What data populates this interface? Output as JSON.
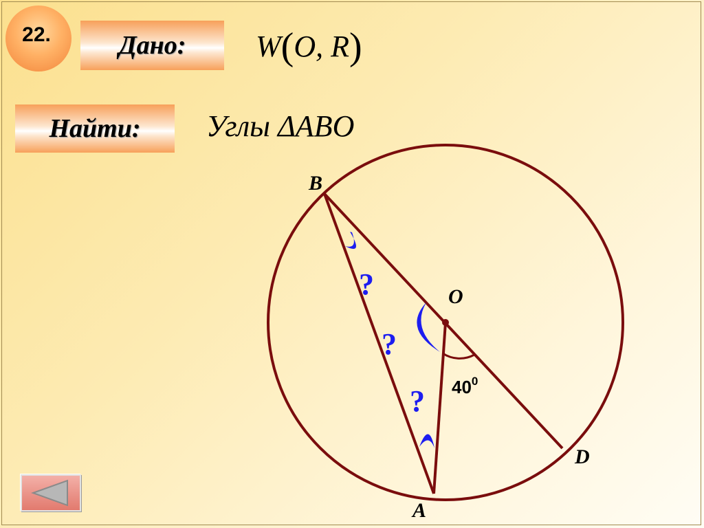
{
  "problem_number": "22.",
  "given": {
    "label": "Дано:",
    "circle_name": "W",
    "center": "O",
    "radius": "R",
    "separator": ", "
  },
  "find": {
    "label": "Найти:",
    "text": "Углы  ΔABO"
  },
  "diagram": {
    "points": {
      "A": "A",
      "B": "B",
      "O": "O",
      "D": "D"
    },
    "unknown_angle_mark": "?",
    "given_angle_value": "40",
    "given_angle_unit": "0"
  },
  "colors": {
    "circle": "#7a0d0d",
    "arc_marks": "#1d1df0",
    "badge": "#f2843a",
    "label_box": "#f7a05a",
    "back_button": "#e27a6e"
  },
  "icons": {
    "back": "left-triangle-icon"
  }
}
